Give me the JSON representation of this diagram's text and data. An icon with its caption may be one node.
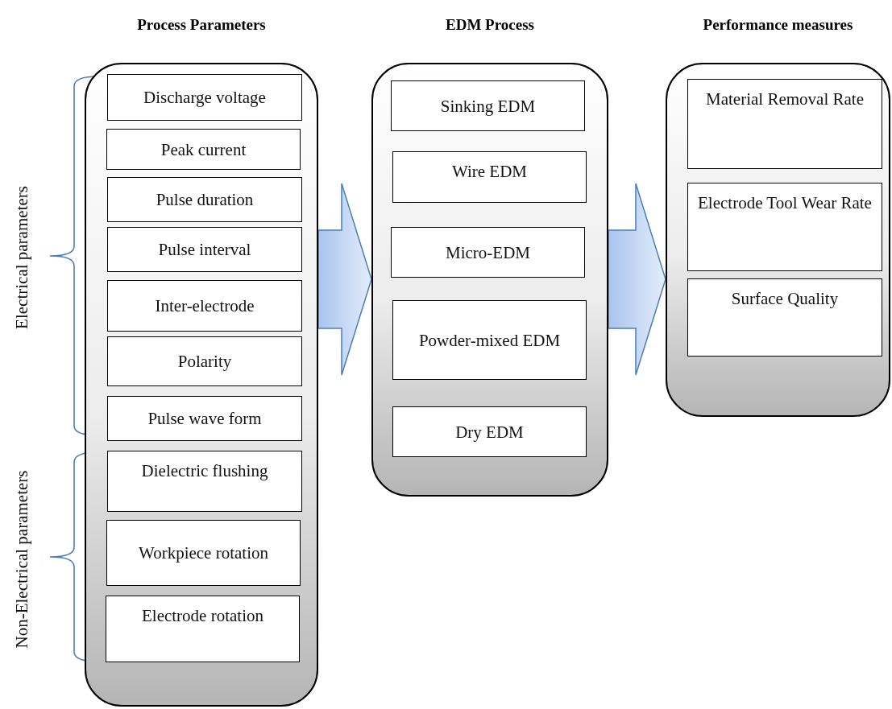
{
  "diagram": {
    "nodes": [
      {
        "text": [
          "Process Parameters"
        ]
      },
      {
        "text": [
          "Discharge voltage"
        ],
        "in": 0
      },
      {
        "text": [
          "Peak current"
        ],
        "in": 0
      },
      {
        "text": [
          "Pulse duration"
        ],
        "in": 0
      },
      {
        "text": [
          "Pulse interval"
        ],
        "in": 0
      },
      {
        "text": [
          "Inter-electrode"
        ],
        "in": 0
      },
      {
        "text": [
          "Polarity"
        ],
        "in": 0
      },
      {
        "text": [
          "Pulse wave form"
        ],
        "in": 0
      },
      {
        "text": [
          "Dielectric flushing"
        ],
        "in": 0
      },
      {
        "text": [
          "Workpiece rotation"
        ],
        "in": 0
      },
      {
        "text": [
          "Electrode rotation"
        ],
        "in": 0
      },
      {
        "text": [
          "EDM Process"
        ]
      },
      {
        "text": [
          "Sinking EDM"
        ],
        "in": 11
      },
      {
        "text": [
          "Wire EDM"
        ],
        "in": 11
      },
      {
        "text": [
          "Micro-EDM"
        ],
        "in": 11
      },
      {
        "text": [
          "Powder-mixed EDM"
        ],
        "in": 11
      },
      {
        "text": [
          "Dry EDM"
        ],
        "in": 11
      },
      {
        "text": [
          "Performance measures"
        ]
      },
      {
        "text": [
          "Material Removal Rate"
        ],
        "in": 17
      },
      {
        "text": [
          "Electrode Tool Wear Rate"
        ],
        "in": 17
      },
      {
        "text": [
          "Surface Quality"
        ],
        "in": 17
      }
    ],
    "edges": [
      {
        "from": 0,
        "to": 11,
        "arrow": "to"
      },
      {
        "from": 11,
        "to": 17,
        "arrow": "to"
      }
    ],
    "labels": [
      "Electrical parameters",
      "Non-Electrical parameters"
    ]
  }
}
